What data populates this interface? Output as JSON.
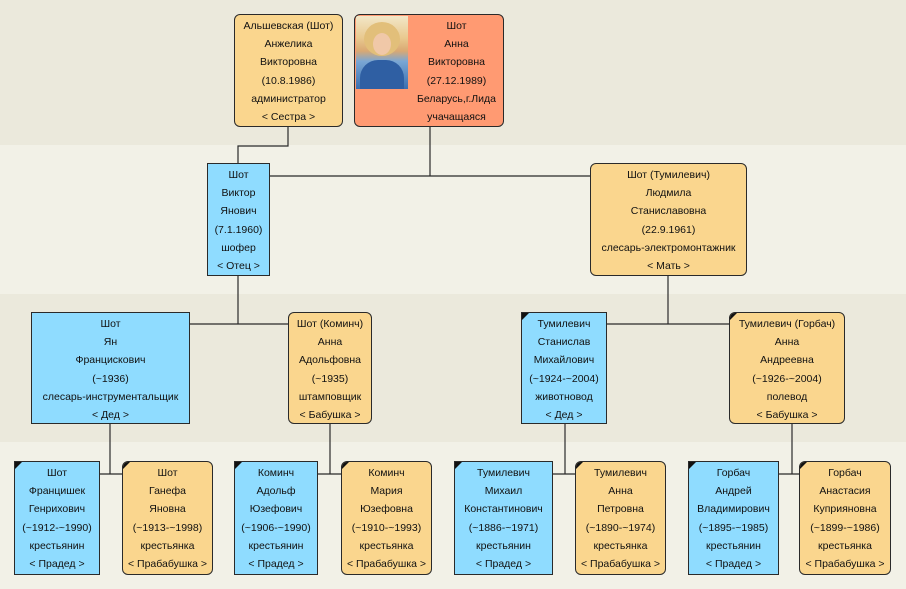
{
  "people": {
    "sister": {
      "lines": [
        "Альшевская (Шот)",
        "Анжелика",
        "Викторовна",
        "(10.8.1986)",
        "администратор",
        "< Сестра >"
      ]
    },
    "self": {
      "lines": [
        "Шот",
        "Анна",
        "Викторовна",
        "(27.12.1989)",
        "Беларусь,г.Лида",
        "учачащаяся"
      ]
    },
    "father": {
      "lines": [
        "Шот",
        "Виктор",
        "Янович",
        "(7.1.1960)",
        "шофер",
        "< Отец >"
      ]
    },
    "mother": {
      "lines": [
        "Шот (Тумилевич)",
        "Людмила",
        "Станиславовна",
        "(22.9.1961)",
        "слесарь-электромонтажник",
        "< Мать >"
      ]
    },
    "pgf": {
      "lines": [
        "Шот",
        "Ян",
        "Францискович",
        "(~1936)",
        "слесарь-инструментальщик",
        "< Дед >"
      ]
    },
    "pgm": {
      "lines": [
        "Шот (Коминч)",
        "Анна",
        "Адольфовна",
        "(~1935)",
        "штамповщик",
        "< Бабушка >"
      ]
    },
    "mgf": {
      "lines": [
        "Тумилевич",
        "Станислав",
        "Михайлович",
        "(~1924-~2004)",
        "животновод",
        "< Дед >"
      ]
    },
    "mgm": {
      "lines": [
        "Тумилевич (Горбач)",
        "Анна",
        "Андреевна",
        "(~1926-~2004)",
        "полевод",
        "< Бабушка >"
      ]
    },
    "gg1": {
      "lines": [
        "Шот",
        "Францишек",
        "Генрихович",
        "(~1912-~1990)",
        "крестьянин",
        "< Прадед >"
      ]
    },
    "gg2": {
      "lines": [
        "Шот",
        "Ганефа",
        "Яновна",
        "(~1913-~1998)",
        "крестьянка",
        "< Прабабушка >"
      ]
    },
    "gg3": {
      "lines": [
        "Коминч",
        "Адольф",
        "Юзефович",
        "(~1906-~1990)",
        "крестьянин",
        "< Прадед >"
      ]
    },
    "gg4": {
      "lines": [
        "Коминч",
        "Мария",
        "Юзефовна",
        "(~1910-~1993)",
        "крестьянка",
        "< Прабабушка >"
      ]
    },
    "gg5": {
      "lines": [
        "Тумилевич",
        "Михаил",
        "Константинович",
        "(~1886-~1971)",
        "крестьянин",
        "< Прадед >"
      ]
    },
    "gg6": {
      "lines": [
        "Тумилевич",
        "Анна",
        "Петровна",
        "(~1890-~1974)",
        "крестьянка",
        "< Прабабушка >"
      ]
    },
    "gg7": {
      "lines": [
        "Горбач",
        "Андрей",
        "Владимирович",
        "(~1895-~1985)",
        "крестьянин",
        "< Прадед >"
      ]
    },
    "gg8": {
      "lines": [
        "Горбач",
        "Анастасия",
        "Куприяновна",
        "(~1899-~1986)",
        "крестьянка",
        "< Прабабушка >"
      ]
    }
  },
  "colors": {
    "male": "#8fdcff",
    "female": "#fad68e",
    "self": "#ff9a72",
    "line": "#2a2a2a"
  },
  "icons": {
    "self_photo": "portrait-photo",
    "corner_marker": "corner-marker-icon"
  }
}
